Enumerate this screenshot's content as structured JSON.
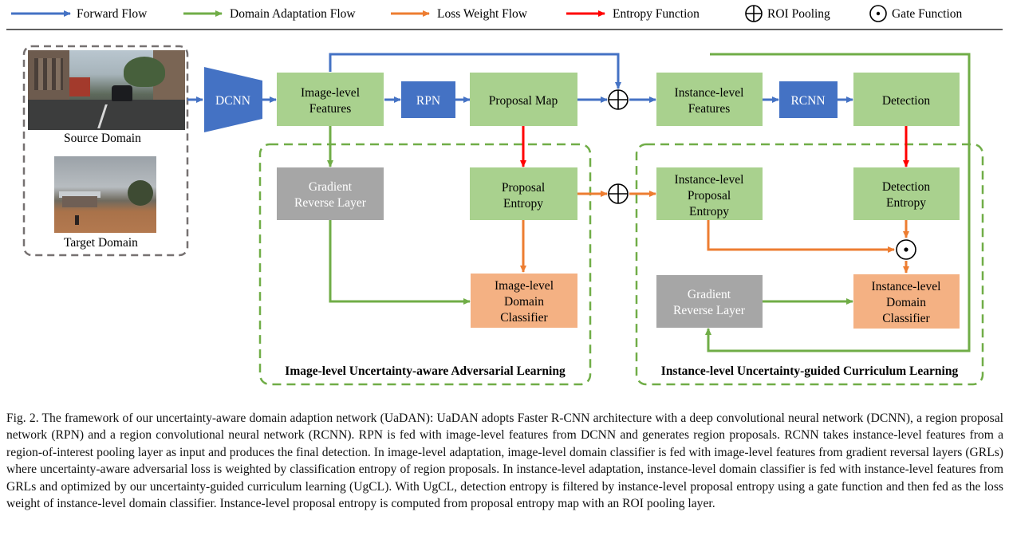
{
  "legend": {
    "forward": "Forward Flow",
    "domain_adaptation": "Domain Adaptation Flow",
    "loss_weight": "Loss Weight Flow",
    "entropy": "Entropy Function",
    "roi_pooling": "ROI Pooling",
    "gate": "Gate Function"
  },
  "colors": {
    "forward": "#4472c4",
    "domain_adaptation": "#70ad47",
    "loss_weight": "#ed7d31",
    "entropy": "#ff0000",
    "green_box": "#a9d18e",
    "blue_box": "#4472c4",
    "gray_box": "#a6a6a6",
    "orange_box": "#f4b183",
    "dashed_gray": "#767171",
    "dashed_green": "#70ad47"
  },
  "inputs": {
    "source_label": "Source Domain",
    "target_label": "Target Domain"
  },
  "nodes": {
    "dcnn": "DCNN",
    "image_features": [
      "Image-level",
      "Features"
    ],
    "rpn": "RPN",
    "proposal_map": "Proposal Map",
    "instance_features": [
      "Instance-level",
      "Features"
    ],
    "rcnn": "RCNN",
    "detection": "Detection",
    "grl_left": [
      "Gradient",
      "Reverse Layer"
    ],
    "proposal_entropy": [
      "Proposal",
      "Entropy"
    ],
    "image_domain_classifier": [
      "Image-level",
      "Domain",
      "Classifier"
    ],
    "instance_proposal_entropy": [
      "Instance-level",
      "Proposal",
      "Entropy"
    ],
    "detection_entropy": [
      "Detection",
      "Entropy"
    ],
    "grl_right": [
      "Gradient",
      "Reverse Layer"
    ],
    "instance_domain_classifier": [
      "Instance-level",
      "Domain",
      "Classifier"
    ]
  },
  "sections": {
    "left": "Image-level Uncertainty-aware Adversarial Learning",
    "right": "Instance-level Uncertainty-guided Curriculum Learning"
  },
  "caption": "Fig. 2. The framework of our uncertainty-aware domain adaption network (UaDAN): UaDAN adopts Faster R-CNN architecture with a deep convolutional neural network (DCNN), a region proposal network (RPN) and a region convolutional neural network (RCNN). RPN is fed with image-level features from DCNN and generates region proposals. RCNN takes instance-level features from a region-of-interest pooling layer as input and produces the final detection. In image-level adaptation, image-level domain classifier is fed with image-level features from gradient reversal layers (GRLs) where uncertainty-aware adversarial loss is weighted by classification entropy of region proposals. In instance-level adaptation, instance-level domain classifier is fed with instance-level features from GRLs and optimized by our uncertainty-guided curriculum learning (UgCL). With UgCL, detection entropy is filtered by instance-level proposal entropy using a gate function and then fed as the loss weight of instance-level domain classifier. Instance-level proposal entropy is computed from proposal entropy map with an ROI pooling layer."
}
